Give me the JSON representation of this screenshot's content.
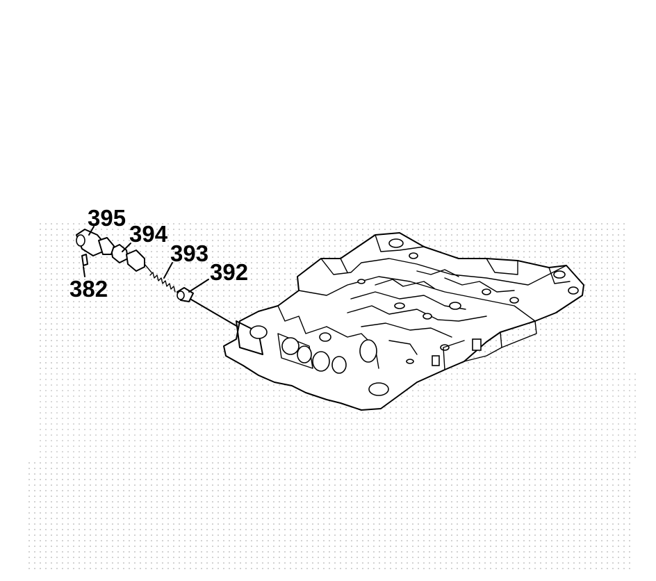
{
  "diagram": {
    "callouts": {
      "c395": "395",
      "c394": "394",
      "c393": "393",
      "c392": "392",
      "c382": "382"
    }
  }
}
